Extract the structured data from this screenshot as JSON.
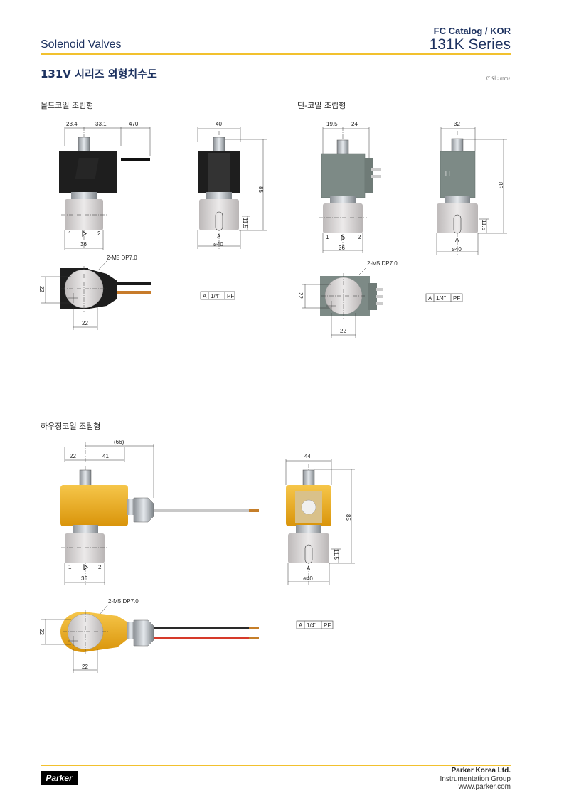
{
  "header": {
    "left_title": "Solenoid Valves",
    "catalog": "FC Catalog / KOR",
    "series": "131K Series"
  },
  "section_title": "131V 시리즈 외형치수도",
  "unit_note": "(단위 : mm)",
  "subsections": {
    "molded": "몰드코일 조립형",
    "din": "딘-코일 조립형",
    "housing": "하우징코일 조립형"
  },
  "dims": {
    "molded_front": [
      "23.4",
      "33.1",
      "470",
      "36"
    ],
    "molded_side": [
      "40",
      "85",
      "11.5",
      "A",
      "ø40"
    ],
    "molded_top": [
      "2-M5 DP7.0",
      "22",
      "22"
    ],
    "din_front": [
      "19.5",
      "24",
      "36"
    ],
    "din_side": [
      "32",
      "85",
      "11.5",
      "A",
      "ø40"
    ],
    "din_top": [
      "2-M5 DP7.0",
      "22",
      "22"
    ],
    "housing_front": [
      "22",
      "41",
      "(66)",
      "36"
    ],
    "housing_side": [
      "44",
      "85",
      "11.5",
      "A",
      "ø40"
    ],
    "housing_top": [
      "2-M5 DP7.0",
      "22",
      "22"
    ],
    "port_table": [
      "A",
      "1/4\"",
      "PF"
    ],
    "port_numbers": [
      "1",
      "2"
    ]
  },
  "colors": {
    "navy": "#1d3260",
    "rule_yellow": "#f2c12e",
    "coil_black": "#1e1e1e",
    "coil_gray": "#7d8a86",
    "coil_yellow": "#e8a913",
    "body_gray": "#d9d6d6"
  },
  "footer": {
    "logo": "Parker",
    "company": "Parker Korea Ltd.",
    "group": "Instrumentation Group",
    "website": "www.parker.com"
  }
}
